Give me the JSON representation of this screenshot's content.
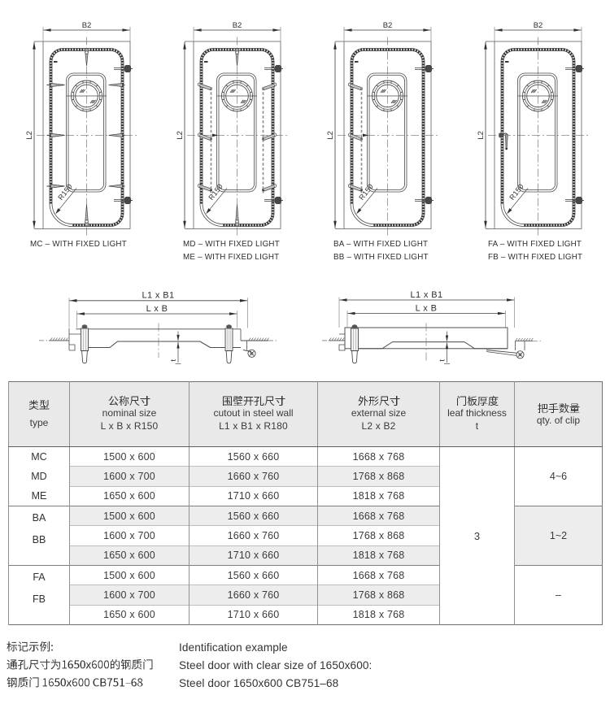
{
  "drawing": {
    "dim_labels": {
      "b2": "B2",
      "l2": "L2",
      "r150": "R150"
    },
    "section_labels": {
      "l1b1": "L1 x B1",
      "lb": "L x B",
      "t": "t"
    },
    "captions": [
      "MC – WITH FIXED LIGHT",
      "MD – WITH FIXED LIGHT",
      "ME – WITH FIXED LIGHT",
      "BA – WITH FIXED LIGHT",
      "BB – WITH FIXED LIGHT",
      "FA – WITH FIXED LIGHT",
      "FB – WITH FIXED LIGHT"
    ]
  },
  "table": {
    "columns": [
      {
        "zh": "类型",
        "en": "type"
      },
      {
        "zh": "公称尺寸",
        "en": "nominal size",
        "formula": "L x B x R150"
      },
      {
        "zh": "围壁开孔尺寸",
        "en": "cutout in steel wall",
        "formula": "L1 x B1 x R180"
      },
      {
        "zh": "外形尺寸",
        "en": "external size",
        "formula": "L2 x B2"
      },
      {
        "zh": "门板厚度",
        "en": "leaf thickness",
        "formula": "t"
      },
      {
        "zh": "把手数量",
        "en": "qty. of clip"
      }
    ],
    "thickness": "3",
    "groups": [
      {
        "types": [
          "MC",
          "MD",
          "ME"
        ],
        "clip": "4~6",
        "rows": [
          [
            "1500 x 600",
            "1560 x 660",
            "1668 x 768"
          ],
          [
            "1600 x 700",
            "1660 x 760",
            "1768 x 868"
          ],
          [
            "1650 x 600",
            "1710 x 660",
            "1818 x 768"
          ]
        ]
      },
      {
        "types": [
          "BA",
          "BB"
        ],
        "clip": "1~2",
        "rows": [
          [
            "1500 x 600",
            "1560 x 660",
            "1668 x 768"
          ],
          [
            "1600 x 700",
            "1660 x 760",
            "1768 x 868"
          ],
          [
            "1650 x 600",
            "1710 x 660",
            "1818 x 768"
          ]
        ]
      },
      {
        "types": [
          "FA",
          "FB"
        ],
        "clip": "–",
        "rows": [
          [
            "1500 x 600",
            "1560 x 660",
            "1668 x 768"
          ],
          [
            "1600 x 700",
            "1660 x 760",
            "1768 x 868"
          ],
          [
            "1650 x 600",
            "1710 x 660",
            "1818 x 768"
          ]
        ]
      }
    ]
  },
  "footer": {
    "zh": [
      "标记示例:",
      "通孔尺寸为1650x600的钢质门",
      "钢质门 1650x600 CB751–68"
    ],
    "en": [
      "Identification example",
      "Steel door with clear size of 1650x600:",
      "Steel door 1650x600 CB751–68"
    ]
  },
  "colors": {
    "line": "#4a4a4a",
    "hatch": "#3a3a3a",
    "grid_light": "#bdbdbd",
    "grid_dark": "#7d7d7d",
    "border": "#777777",
    "shade": "#ededed",
    "header_bg": "#e9e9e9",
    "text": "#333333"
  }
}
